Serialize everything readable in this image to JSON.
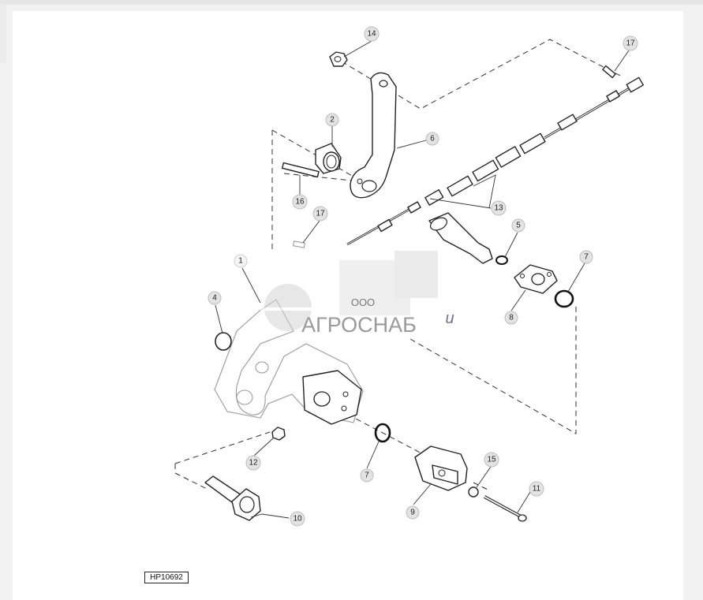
{
  "figure": {
    "id_label": "HP10692",
    "callouts": [
      "14",
      "17",
      "2",
      "6",
      "16",
      "17",
      "13",
      "5",
      "7",
      "1",
      "4",
      "8",
      "12",
      "7",
      "9",
      "15",
      "11",
      "10"
    ]
  },
  "watermark": {
    "company_prefix": "ООО",
    "brand": "АГРОСНАБ",
    "suffix": "u"
  }
}
